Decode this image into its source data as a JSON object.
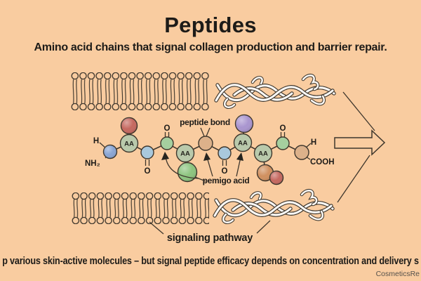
{
  "title": "Peptides",
  "subtitle": "Amino acid chains that signal collagen production and barrier repair.",
  "diagram": {
    "labels": {
      "peptide_bond": "peptide bond",
      "amino_acid": "pemigo acid",
      "signaling_pathway": "signaling pathway",
      "h_left": "H",
      "nh2": "NH₂",
      "h_right": "H",
      "cooh": "COOH",
      "o": "O",
      "aa": "AA"
    },
    "colors": {
      "background": "#f9cca0",
      "outline": "#3e362c",
      "amine_blue": "#8aa5d3",
      "backbone_blue": "#a9c8dc",
      "backbone_green": "#a5cf9f",
      "aa_sage": "#b9c9ab",
      "bond_tan": "#dcb18a",
      "side_red": "#c5685f",
      "side_green": "#8cc47e",
      "side_purple": "#a995cf",
      "side_orange": "#d0905f",
      "collagen_white": "#fbfaf7",
      "block_arrow_fill": "#f9cca0"
    }
  },
  "footer": {
    "caption": "p various skin-active molecules – but signal peptide efficacy depends on concentration and delivery s",
    "watermark": "CosmeticsRe"
  }
}
